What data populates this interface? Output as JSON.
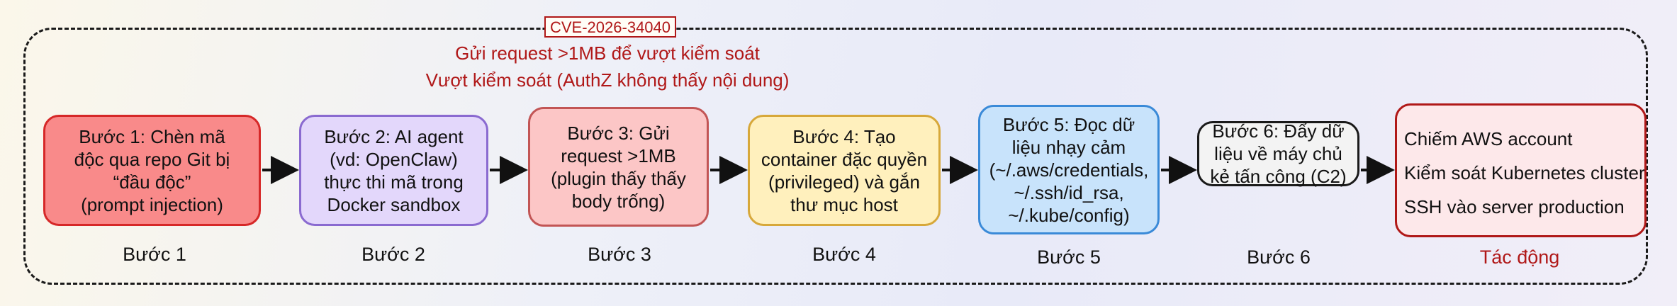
{
  "cve_tag": "CVE-2026-34040",
  "notes": [
    "Gửi request >1MB để vượt kiểm soát",
    "Vượt kiểm soát (AuthZ không thấy nội dung)"
  ],
  "steps": [
    {
      "text": "Bước 1: Chèn mã\nđộc qua repo Git bị\n“đầu độc”\n(prompt injection)",
      "caption": "Bước 1",
      "fill": "#f98a8a",
      "stroke": "#d62828"
    },
    {
      "text": "Bước 2: AI agent\n(vd: OpenClaw)\nthực thi mã trong\nDocker sandbox",
      "caption": "Bước 2",
      "fill": "#e3d7fb",
      "stroke": "#8a6ad0"
    },
    {
      "text": "Bước 3: Gửi\nrequest >1MB\n(plugin thấy thấy\nbody trống)",
      "caption": "Bước 3",
      "fill": "#fcc6c6",
      "stroke": "#c25555"
    },
    {
      "text": "Bước 4: Tạo\ncontainer đặc quyền\n(privileged) và gắn\nthư mục host",
      "caption": "Bước 4",
      "fill": "#fff0bd",
      "stroke": "#d7a83a"
    },
    {
      "text": "Bước 5: Đọc dữ\nliệu nhạy cảm\n(~/.aws/credentials,\n~/.ssh/id_rsa,\n~/.kube/config)",
      "caption": "Bước 5",
      "fill": "#c8e3fb",
      "stroke": "#3a8ad8"
    },
    {
      "text": "Bước 6: Đẩy dữ\nliệu về máy chủ\nkẻ tấn công (C2)",
      "caption": "Bước 6",
      "fill": "#f3f3f3",
      "stroke": "#1a1a1a"
    }
  ],
  "impact": {
    "items": [
      "Chiếm AWS account",
      "Kiểm soát Kubernetes cluster",
      "SSH vào server production"
    ],
    "caption": "Tác động",
    "fill": "#fde8ea",
    "stroke": "#b01818"
  }
}
